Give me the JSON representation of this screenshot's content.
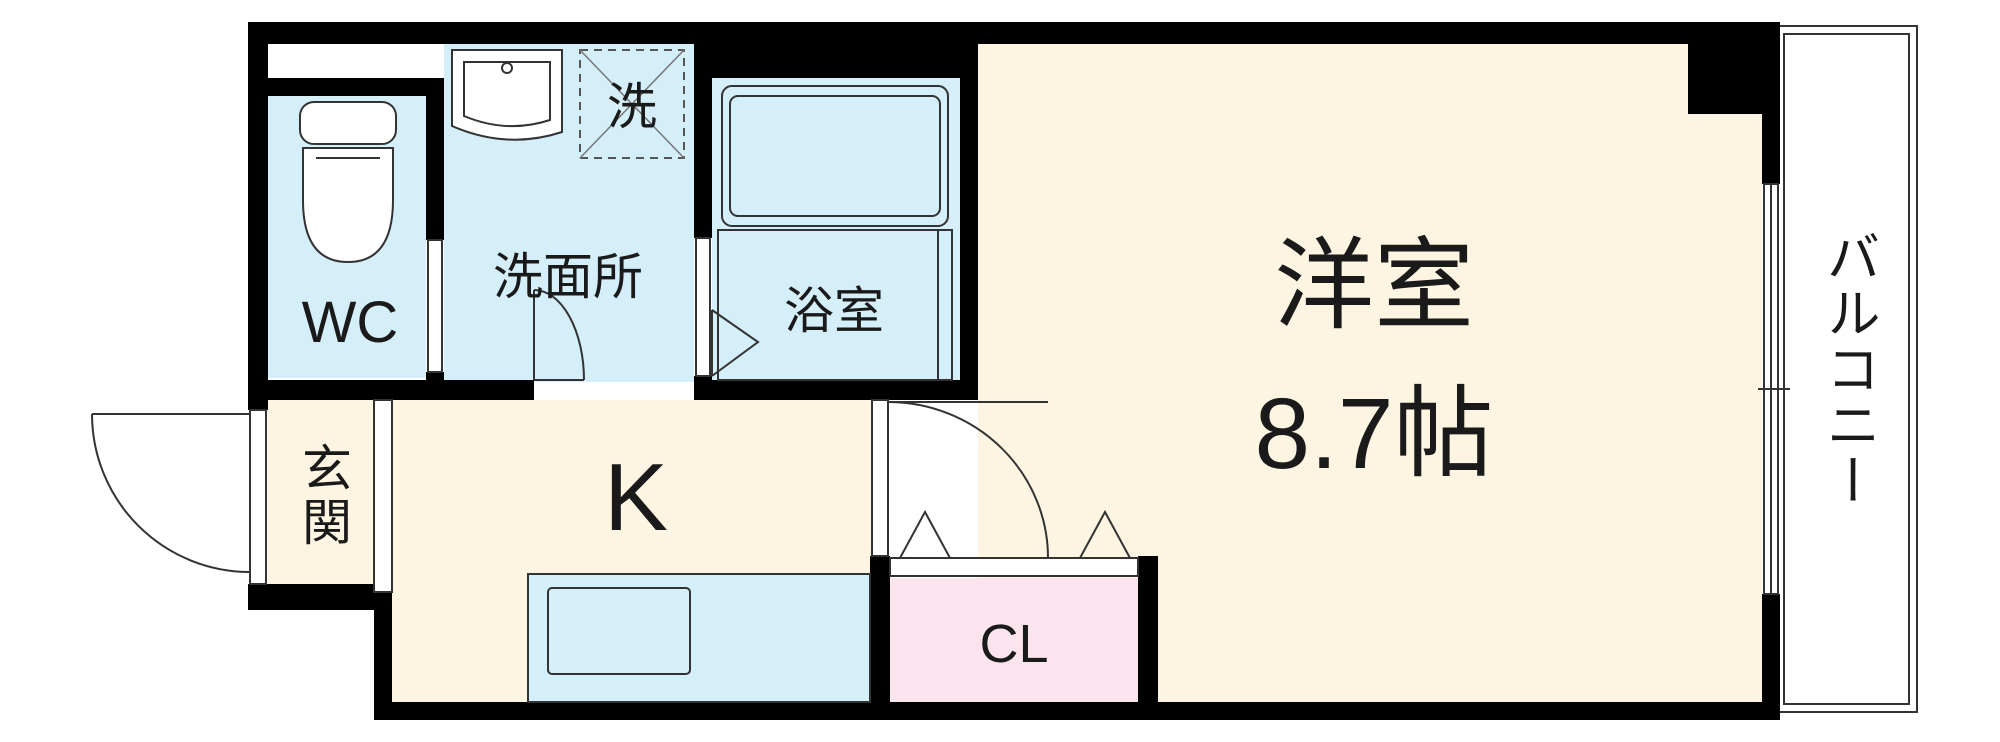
{
  "rooms": {
    "western_room": {
      "name": "洋室",
      "size": "8.7帖"
    },
    "kitchen": "K",
    "toilet": "WC",
    "washroom": "洗面所",
    "washer": "洗",
    "bathroom": "浴室",
    "closet": "CL",
    "entrance": "玄関",
    "balcony": "バルコニー"
  },
  "colors": {
    "wet_area": "#d4eefa",
    "living": "#fdf5e2",
    "closet": "#fbe4ee",
    "wall": "#000000"
  }
}
